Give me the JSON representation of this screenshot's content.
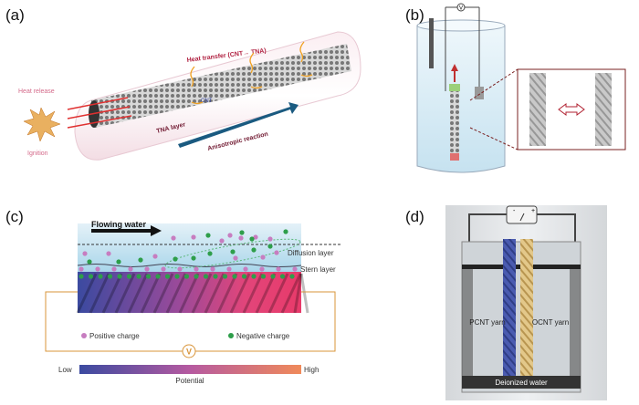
{
  "panels": {
    "a": {
      "label": "(a)",
      "heat_release": "Heat release",
      "ignition": "Ignition",
      "heat_transfer": "Heat transfer (CNT→ TNA)",
      "cnt": "CNT",
      "tna_layer": "TNA layer",
      "anisotropic": "Anisotropic reaction"
    },
    "b": {
      "label": "(b)",
      "voltmeter_symbol": "V",
      "inset_arrow_icon": "double-arrow-icon"
    },
    "c": {
      "label": "(c)",
      "flowing_water": "Flowing water",
      "diffusion_layer": "Diffusion layer",
      "stern_layer": "Stern layer",
      "positive_charge": "Positive charge",
      "negative_charge": "Negative charge",
      "voltmeter": "V",
      "low": "Low",
      "high": "High",
      "potential": "Potential",
      "colors": {
        "positive": "#c77dc0",
        "negative": "#2e9e4a",
        "low": "#3b4aa0",
        "high": "#f08a5a",
        "wire": "#d9953a"
      }
    },
    "d": {
      "label": "(d)",
      "meter_minus": "-",
      "meter_plus": "+",
      "pcnt": "PCNT yarn",
      "ocnt": "OCNT yarn",
      "water": "Deionized water",
      "colors": {
        "pcnt": "#4a5bb0",
        "ocnt": "#e3c88a"
      }
    }
  }
}
